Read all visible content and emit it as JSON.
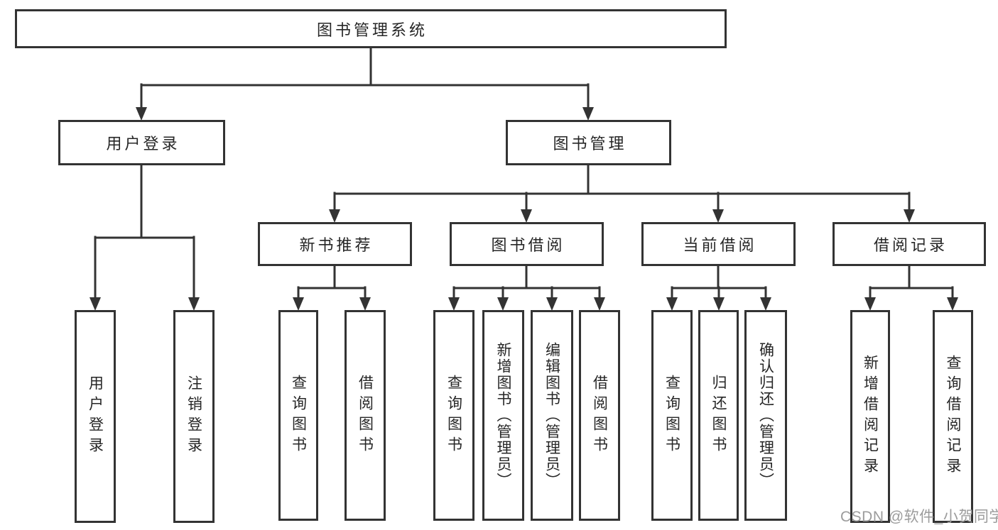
{
  "tree": {
    "root": "图书管理系统",
    "branches": [
      {
        "label": "用户登录",
        "children": [
          "用户登录",
          "注销登录"
        ]
      },
      {
        "label": "图书管理",
        "groups": [
          {
            "label": "新书推荐",
            "children": [
              "查询图书",
              "借阅图书"
            ]
          },
          {
            "label": "图书借阅",
            "children": [
              "查询图书",
              "新增图书（管理员）",
              "编辑图书（管理员）",
              "借阅图书"
            ]
          },
          {
            "label": "当前借阅",
            "children": [
              "查询图书",
              "归还图书",
              "确认归还（管理员）"
            ]
          },
          {
            "label": "借阅记录",
            "children": [
              "新增借阅记录",
              "查询借阅记录"
            ]
          }
        ]
      }
    ]
  },
  "watermark": {
    "text": "CSDN @软件_小贺同学"
  },
  "colors": {
    "line": "#333333",
    "text": "#262626",
    "background": "#ffffff",
    "watermark": "#9c9c9c"
  }
}
